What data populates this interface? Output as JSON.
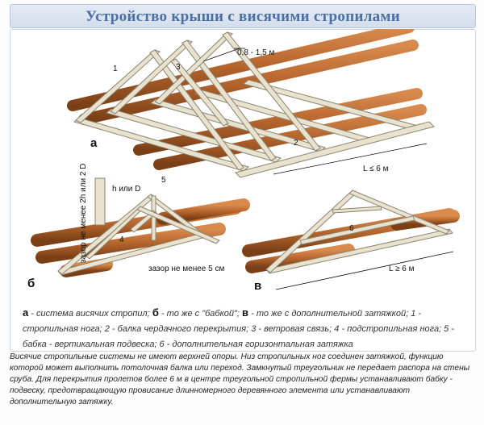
{
  "title": "Устройство крыши с висячими стропилами",
  "labels": {
    "a": "а",
    "b": "б",
    "v": "в",
    "n1": "1",
    "n2": "2",
    "n3": "3",
    "n4": "4",
    "n5": "5",
    "n6": "6",
    "spacing": "0,8 - 1,5 м",
    "span_le": "L ≤ 6 м",
    "span_ge": "L ≥ 6 м",
    "h_or_d": "h или D",
    "gap_top": "зазор не менее 2h или 2 D",
    "gap_bottom": "зазор не менее 5 см"
  },
  "legend": {
    "a": "а",
    "a_text": " - система висячих стропил; ",
    "b": "б",
    "b_text": " - то же с \"бабкой\"; ",
    "v": "в",
    "v_text": " - то же с дополнительной затяжкой; ",
    "items": "1 - стропильная нога; 2 - балка чердачного перекрытия; 3 - ветровая связь; 4 - подстропильная нога; 5 - бабка - вертикальная подвеска; 6 - дополнительная горизонтальная затяжка"
  },
  "footer": "Висячие стропильные системы не имеют верхней опоры. Низ стропильных ног соединен затяжкой, функцию которой может выполнить потолочная балка или переход. Замкнутый треугольник не передает распора на стены сруба. Для перекрытия пролетов более 6 м в центре треугольной стропильной фермы устанавливают бабку - подвеску, предотвращающую провисание длинномерного деревянного элемента или устанавливают дополнительную затяжку.",
  "colors": {
    "log": "#b5652c",
    "timber": "#e9e2cf",
    "title": "#4a6fa5"
  }
}
